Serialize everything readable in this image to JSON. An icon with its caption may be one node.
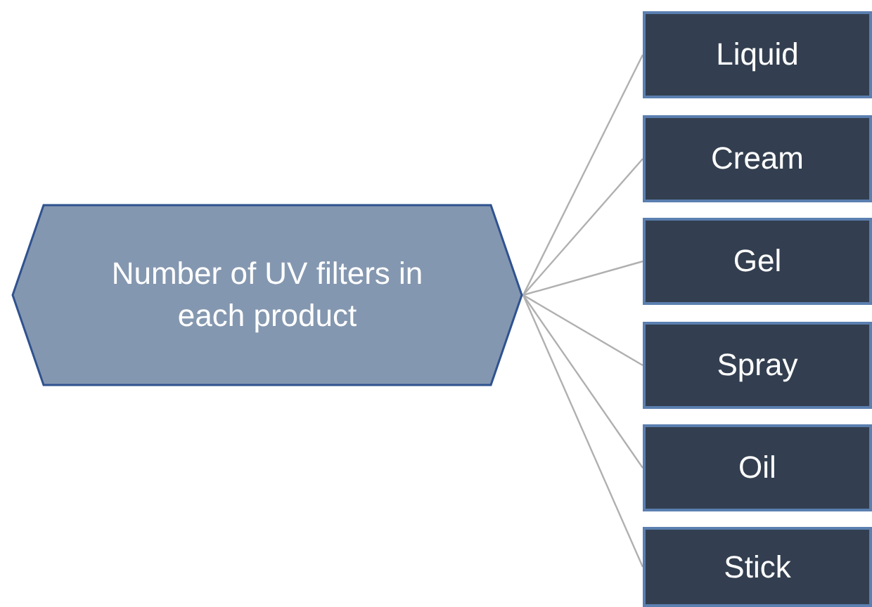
{
  "diagram": {
    "nodes": [
      {
        "text": [
          "Number of UV filters in each product"
        ]
      },
      {
        "text": [
          "Liquid"
        ]
      },
      {
        "text": [
          "Cream"
        ]
      },
      {
        "text": [
          "Gel"
        ]
      },
      {
        "text": [
          "Spray"
        ]
      },
      {
        "text": [
          "Oil"
        ]
      },
      {
        "text": [
          "Stick"
        ]
      }
    ],
    "edges": [
      {
        "from": 0,
        "to": 1,
        "arrow": "none"
      },
      {
        "from": 0,
        "to": 2,
        "arrow": "none"
      },
      {
        "from": 0,
        "to": 3,
        "arrow": "none"
      },
      {
        "from": 0,
        "to": 4,
        "arrow": "none"
      },
      {
        "from": 0,
        "to": 5,
        "arrow": "none"
      },
      {
        "from": 0,
        "to": 6,
        "arrow": "none"
      }
    ]
  }
}
